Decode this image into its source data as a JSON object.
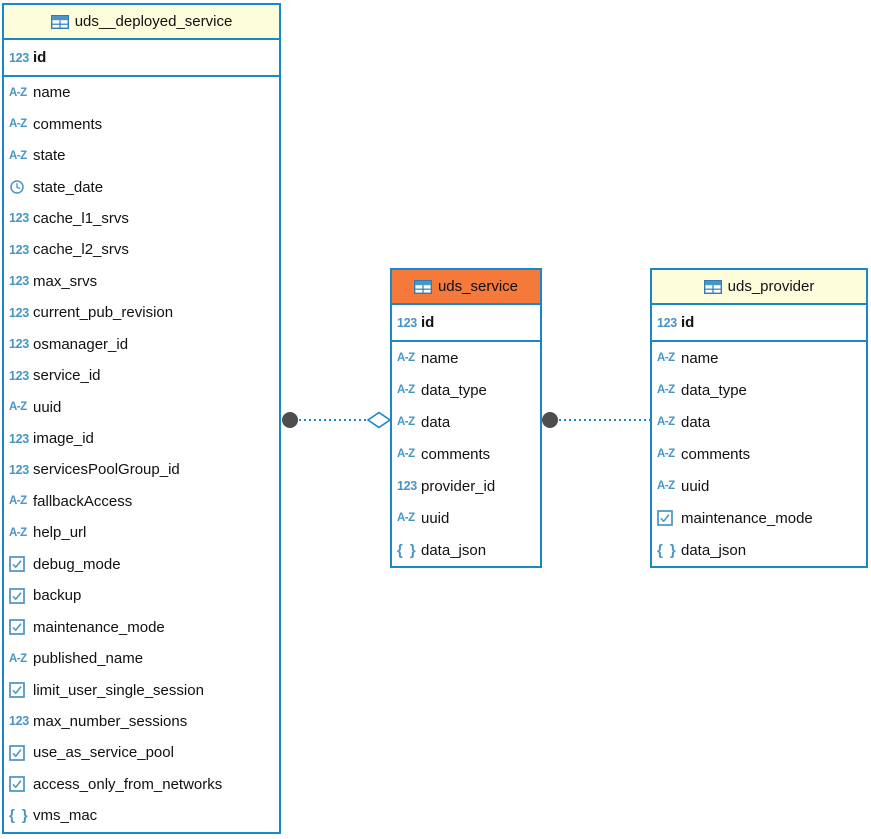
{
  "diagram": {
    "colors": {
      "background": "#ffffff",
      "border_blue": "#1a87c8",
      "icon_blue": "#4795c7",
      "icon_blue_dark": "#2f7cb4",
      "header_yellow": "#fdfcdb",
      "header_orange": "#f5793a",
      "dot_gray": "#4e4e4e",
      "text": "#111111"
    },
    "tables": [
      {
        "name": "uds__deployed_service",
        "header_bg": "#fdfcdb",
        "highlighted": false,
        "pk": {
          "name": "id",
          "type": "number"
        },
        "columns": [
          {
            "name": "name",
            "type": "text"
          },
          {
            "name": "comments",
            "type": "text"
          },
          {
            "name": "state",
            "type": "text"
          },
          {
            "name": "state_date",
            "type": "datetime"
          },
          {
            "name": "cache_l1_srvs",
            "type": "number"
          },
          {
            "name": "cache_l2_srvs",
            "type": "number"
          },
          {
            "name": "max_srvs",
            "type": "number"
          },
          {
            "name": "current_pub_revision",
            "type": "number"
          },
          {
            "name": "osmanager_id",
            "type": "number"
          },
          {
            "name": "service_id",
            "type": "number"
          },
          {
            "name": "uuid",
            "type": "text"
          },
          {
            "name": "image_id",
            "type": "number"
          },
          {
            "name": "servicesPoolGroup_id",
            "type": "number"
          },
          {
            "name": "fallbackAccess",
            "type": "text"
          },
          {
            "name": "help_url",
            "type": "text"
          },
          {
            "name": "debug_mode",
            "type": "boolean"
          },
          {
            "name": "backup",
            "type": "boolean"
          },
          {
            "name": "maintenance_mode",
            "type": "boolean"
          },
          {
            "name": "published_name",
            "type": "text"
          },
          {
            "name": "limit_user_single_session",
            "type": "boolean"
          },
          {
            "name": "max_number_sessions",
            "type": "number"
          },
          {
            "name": "use_as_service_pool",
            "type": "boolean"
          },
          {
            "name": "access_only_from_networks",
            "type": "boolean"
          },
          {
            "name": "vms_mac",
            "type": "json"
          }
        ]
      },
      {
        "name": "uds_service",
        "header_bg": "#f5793a",
        "highlighted": true,
        "pk": {
          "name": "id",
          "type": "number"
        },
        "columns": [
          {
            "name": "name",
            "type": "text"
          },
          {
            "name": "data_type",
            "type": "text"
          },
          {
            "name": "data",
            "type": "text"
          },
          {
            "name": "comments",
            "type": "text"
          },
          {
            "name": "provider_id",
            "type": "number"
          },
          {
            "name": "uuid",
            "type": "text"
          },
          {
            "name": "data_json",
            "type": "json"
          }
        ]
      },
      {
        "name": "uds_provider",
        "header_bg": "#fdfcdb",
        "highlighted": false,
        "pk": {
          "name": "id",
          "type": "number"
        },
        "columns": [
          {
            "name": "name",
            "type": "text"
          },
          {
            "name": "data_type",
            "type": "text"
          },
          {
            "name": "data",
            "type": "text"
          },
          {
            "name": "comments",
            "type": "text"
          },
          {
            "name": "uuid",
            "type": "text"
          },
          {
            "name": "maintenance_mode",
            "type": "boolean"
          },
          {
            "name": "data_json",
            "type": "json"
          }
        ]
      }
    ],
    "relationships": [
      {
        "from": "uds__deployed_service",
        "to": "uds_service",
        "from_decoration": "filled-circle",
        "to_decoration": "open-diamond",
        "line_style": "dotted"
      },
      {
        "from": "uds_service",
        "to": "uds_provider",
        "from_decoration": "filled-circle",
        "to_decoration": "none",
        "line_style": "dotted"
      }
    ]
  }
}
